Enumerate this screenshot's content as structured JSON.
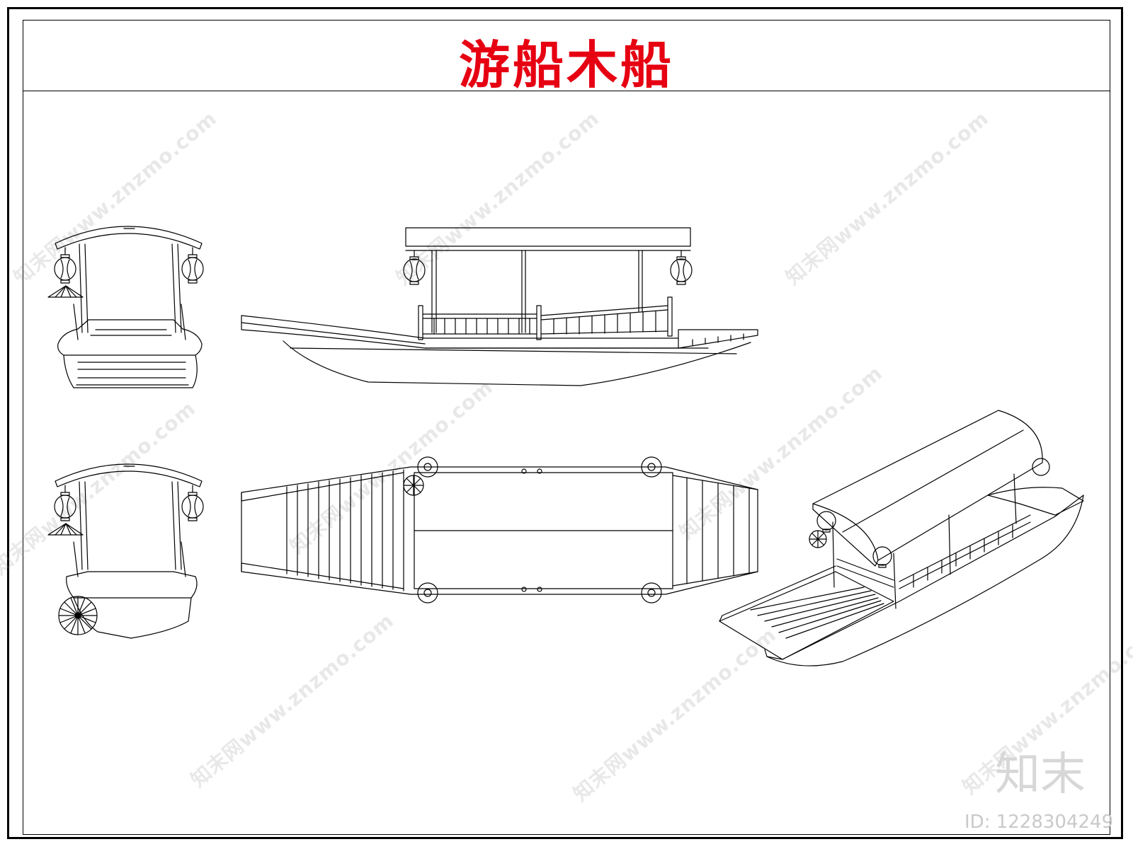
{
  "title": "游船木船",
  "watermark": {
    "text": "知末网www.znzmo.com",
    "brand": "知末",
    "id": "ID: 1228304249"
  },
  "colors": {
    "title": "#e60012",
    "line": "#000000",
    "watermark": "#b0b0b0"
  }
}
